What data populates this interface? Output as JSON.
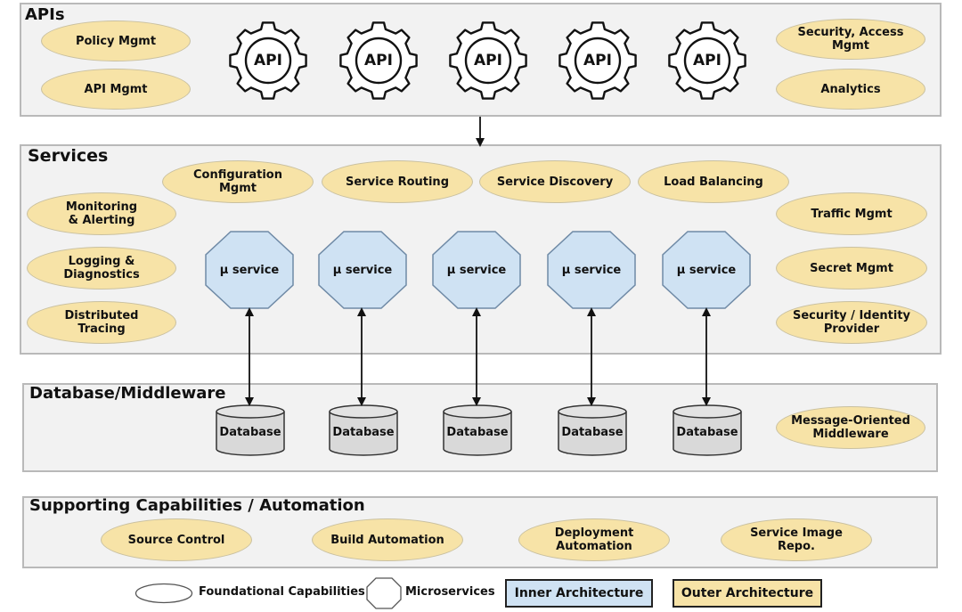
{
  "colors": {
    "panel_bg": "#f2f2f2",
    "panel_border": "#b9b9b9",
    "capability_fill": "#f7e3a7",
    "microservice_fill": "#cfe2f3",
    "database_fill": "#d9d9d9"
  },
  "apis": {
    "title": "APIs",
    "left_capabilities": [
      "Policy Mgmt",
      "API Mgmt"
    ],
    "right_capabilities": [
      "Security, Access\nMgmt",
      "Analytics"
    ],
    "gears": [
      "API",
      "API",
      "API",
      "API",
      "API"
    ]
  },
  "services": {
    "title": "Services",
    "top_capabilities": [
      "Configuration\nMgmt",
      "Service Routing",
      "Service Discovery",
      "Load Balancing"
    ],
    "left_capabilities": [
      "Monitoring\n& Alerting",
      "Logging &\nDiagnostics",
      "Distributed\nTracing"
    ],
    "right_capabilities": [
      "Traffic Mgmt",
      "Secret Mgmt",
      "Security / Identity\nProvider"
    ],
    "microservices": [
      "µ service",
      "µ service",
      "µ service",
      "µ service",
      "µ service"
    ]
  },
  "database": {
    "title": "Database/Middleware",
    "databases": [
      "Database",
      "Database",
      "Database",
      "Database",
      "Database"
    ],
    "middleware": "Message-Oriented\nMiddleware"
  },
  "supporting": {
    "title": "Supporting Capabilities / Automation",
    "capabilities": [
      "Source Control",
      "Build Automation",
      "Deployment\nAutomation",
      "Service Image\nRepo."
    ]
  },
  "legend": {
    "foundational": "Foundational Capabilities",
    "microservices": "Microservices",
    "inner": "Inner Architecture",
    "outer": "Outer Architecture"
  }
}
